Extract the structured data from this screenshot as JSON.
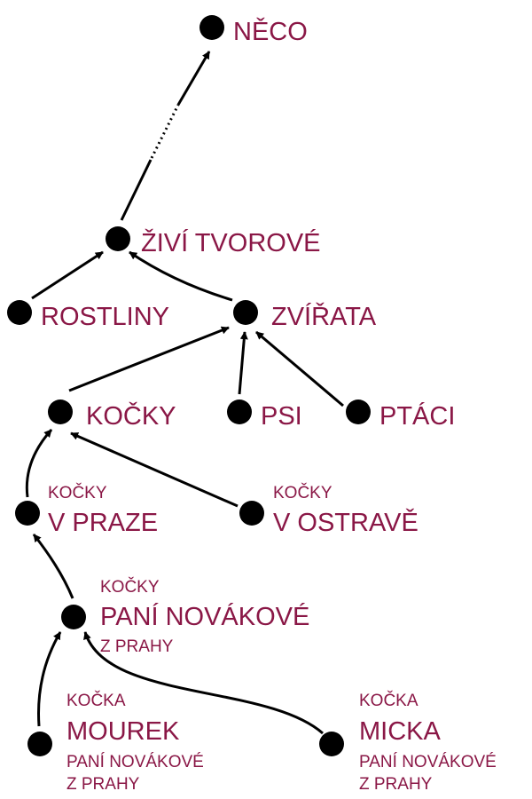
{
  "colors": {
    "label": "#8a1746",
    "node": "#000000",
    "edge": "#000000"
  },
  "nodes": {
    "neco": {
      "name": "NĚCO"
    },
    "zivi": {
      "name": "ŽIVÍ TVOROVÉ"
    },
    "rostliny": {
      "name": "ROSTLINY"
    },
    "zvirata": {
      "name": "ZVÍŘATA"
    },
    "kocky": {
      "name": "KOČKY"
    },
    "psi": {
      "name": "PSI"
    },
    "ptaci": {
      "name": "PTÁCI"
    },
    "praha": {
      "line1": "KOČKY",
      "line2": "V PRAZE"
    },
    "ostrava": {
      "line1": "KOČKY",
      "line2": "V OSTRAVĚ"
    },
    "novakova": {
      "line1": "KOČKY",
      "line2": "PANÍ NOVÁKOVÉ",
      "line3": "Z PRAHY"
    },
    "mourek": {
      "line1": "KOČKA",
      "line2": "MOUREK",
      "line3": "PANÍ NOVÁKOVÉ",
      "line4": "Z PRAHY"
    },
    "micka": {
      "line1": "KOČKA",
      "line2": "MICKA",
      "line3": "PANÍ NOVÁKOVÉ",
      "line4": "Z PRAHY"
    }
  },
  "edges": [
    {
      "from": "zivi",
      "to": "neco",
      "style": "partly-dotted"
    },
    {
      "from": "rostliny",
      "to": "zivi"
    },
    {
      "from": "zvirata",
      "to": "zivi"
    },
    {
      "from": "kocky",
      "to": "zvirata"
    },
    {
      "from": "psi",
      "to": "zvirata"
    },
    {
      "from": "ptaci",
      "to": "zvirata"
    },
    {
      "from": "praha",
      "to": "kocky"
    },
    {
      "from": "ostrava",
      "to": "kocky"
    },
    {
      "from": "novakova",
      "to": "praha"
    },
    {
      "from": "mourek",
      "to": "novakova"
    },
    {
      "from": "micka",
      "to": "novakova"
    }
  ]
}
